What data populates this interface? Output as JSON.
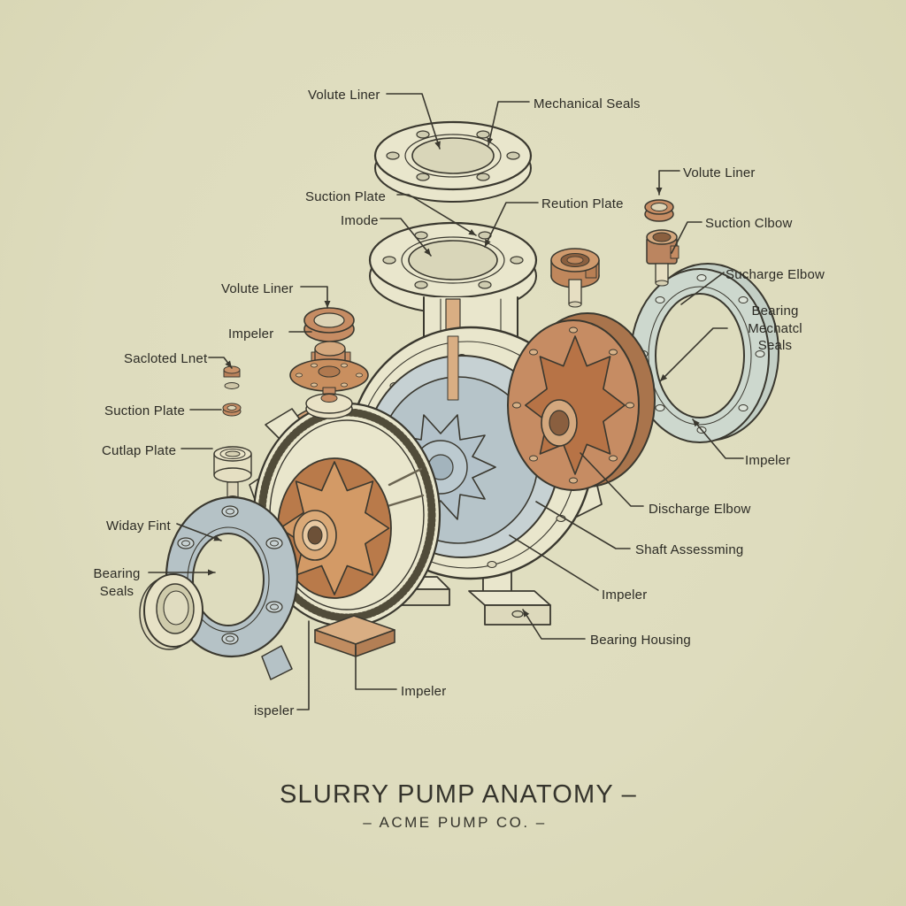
{
  "title": {
    "line1": "SLURRY PUMP ANATOMY –",
    "line2": "– ACME PUMP CO. –"
  },
  "labels": [
    {
      "id": "volute-liner-top",
      "text": "Volute Liner"
    },
    {
      "id": "mechanical-seals",
      "text": "Mechanical Seals"
    },
    {
      "id": "suction-plate-top",
      "text": "Suction Plate"
    },
    {
      "id": "imode",
      "text": "Imode"
    },
    {
      "id": "reution-plate",
      "text": "Reution Plate"
    },
    {
      "id": "volute-liner-right",
      "text": "Volute Liner"
    },
    {
      "id": "suction-clbow",
      "text": "Suction Clbow"
    },
    {
      "id": "sucharge-elbow",
      "text": "Sucharge Elbow"
    },
    {
      "id": "bearing-mechatcl-seals",
      "text": "Bearing\nMechatcl\nSeals"
    },
    {
      "id": "impeler-right",
      "text": "Impeler"
    },
    {
      "id": "volute-liner-left",
      "text": "Volute Liner"
    },
    {
      "id": "impeler-left",
      "text": "Impeler"
    },
    {
      "id": "sacloted-lnet",
      "text": "Sacloted Lnet"
    },
    {
      "id": "suction-plate-left",
      "text": "Suction Plate"
    },
    {
      "id": "cutlap-plate",
      "text": "Cutlap Plate"
    },
    {
      "id": "widay-fint",
      "text": "Widay Fint"
    },
    {
      "id": "bearing-seals",
      "text": "Bearing\nSeals"
    },
    {
      "id": "discharge-elbow",
      "text": "Discharge Elbow"
    },
    {
      "id": "shaft-assessming",
      "text": "Shaft Assessming"
    },
    {
      "id": "impeler-center",
      "text": "Impeler"
    },
    {
      "id": "bearing-housing",
      "text": "Bearing Housing"
    },
    {
      "id": "impeler-bottom",
      "text": "Impeler"
    },
    {
      "id": "ispeler",
      "text": "ispeler"
    }
  ],
  "colors": {
    "background": "#dedcbe",
    "line": "#3a382f",
    "label_text": "#2c2b25",
    "casing_cream": "#e9e6cc",
    "impeller_orange": "#c8834f",
    "copper": "#c68c63",
    "copper_light": "#d9ae83",
    "blue_gray": "#b5c2c6",
    "volute_blue": "#b6c4c9",
    "pale_ring": "#cdd8ce"
  }
}
